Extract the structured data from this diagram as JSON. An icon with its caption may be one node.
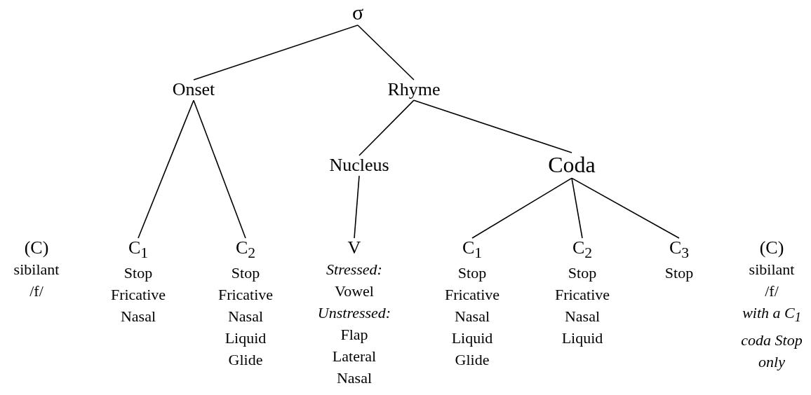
{
  "diagram": {
    "nodes": [
      {
        "text": [
          "σ"
        ]
      },
      {
        "text": [
          "Onset"
        ]
      },
      {
        "text": [
          "Rhyme"
        ]
      },
      {
        "text": [
          "Nucleus"
        ]
      },
      {
        "text": [
          "Coda"
        ]
      },
      {
        "text": [
          "(C)",
          "sibilant",
          "/f/"
        ]
      },
      {
        "text": [
          "C$_{1}$",
          "Stop",
          "Fricative",
          "Nasal"
        ]
      },
      {
        "text": [
          "C$_{2}$",
          "Stop",
          "Fricative",
          "Nasal",
          "Liquid",
          "Glide"
        ]
      },
      {
        "text": [
          "V",
          "*Stressed:*",
          "Vowel",
          "*Unstressed:*",
          "Flap",
          "Lateral",
          "Nasal"
        ]
      },
      {
        "text": [
          "C$_{1}$",
          "Stop",
          "Fricative",
          "Nasal",
          "Liquid",
          "Glide"
        ]
      },
      {
        "text": [
          "C$_{2}$",
          "Stop",
          "Fricative",
          "Nasal",
          "Liquid"
        ]
      },
      {
        "text": [
          "C$_{3}$",
          "Stop"
        ]
      },
      {
        "text": [
          "(C)",
          "sibilant",
          "/f/",
          "*with a C$_{1}$ coda Stop only*"
        ]
      }
    ],
    "edges": [
      {
        "from": 0,
        "to": 1,
        "arrow": "none"
      },
      {
        "from": 0,
        "to": 2,
        "arrow": "none"
      },
      {
        "from": 2,
        "to": 3,
        "arrow": "none"
      },
      {
        "from": 2,
        "to": 4,
        "arrow": "none"
      },
      {
        "from": 1,
        "to": 6,
        "arrow": "none"
      },
      {
        "from": 1,
        "to": 7,
        "arrow": "none"
      },
      {
        "from": 3,
        "to": 8,
        "arrow": "none"
      },
      {
        "from": 4,
        "to": 9,
        "arrow": "none"
      },
      {
        "from": 4,
        "to": 10,
        "arrow": "none"
      },
      {
        "from": 4,
        "to": 11,
        "arrow": "none"
      }
    ]
  }
}
